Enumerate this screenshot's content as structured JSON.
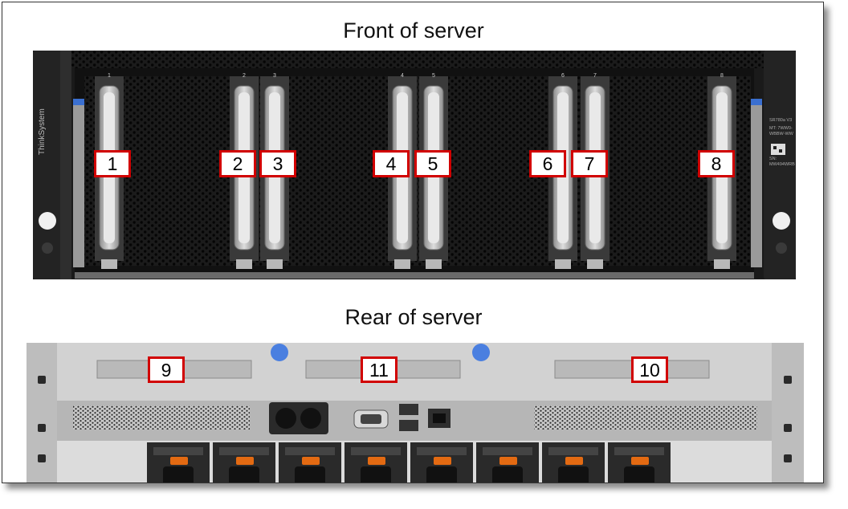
{
  "front": {
    "title": "Front of server",
    "bezel_left": "ThinkSystem",
    "bezel_right": {
      "model": "SR780a V3",
      "mt_line": "MT: 7WW0-",
      "mt_code": "WBBW-WW",
      "sn_label": "SN:",
      "sn_value": "MW494WRB"
    },
    "slot_numbers": [
      "1",
      "2",
      "3",
      "4",
      "5",
      "6",
      "7",
      "8"
    ],
    "callouts": [
      "1",
      "2",
      "3",
      "4",
      "5",
      "6",
      "7",
      "8"
    ]
  },
  "rear": {
    "title": "Rear of server",
    "callouts": [
      "9",
      "11",
      "10"
    ]
  },
  "colors": {
    "callout_border": "#d10000",
    "thumbscrew": "#4a7fe0",
    "psu_latch": "#e36a12"
  }
}
